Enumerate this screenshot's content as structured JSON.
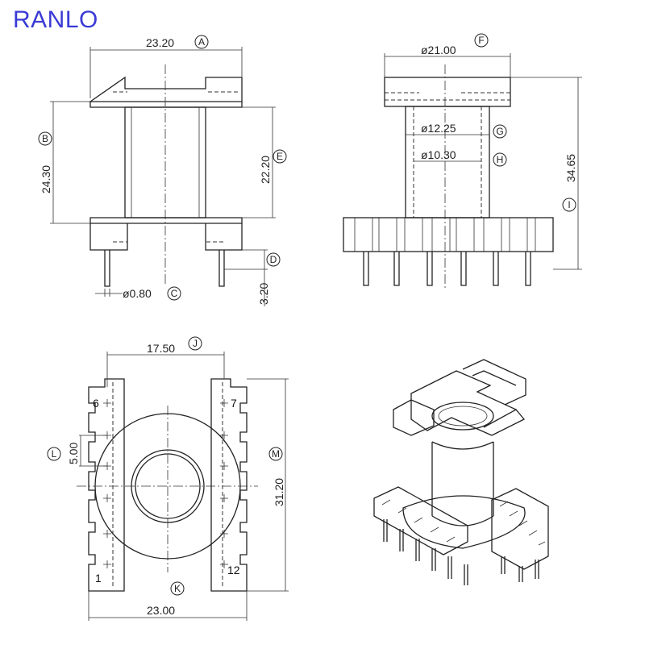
{
  "brand": {
    "name": "RANLO",
    "color": "#3a3ad6"
  },
  "dimensions": [
    {
      "label": "A",
      "value": "23.20"
    },
    {
      "label": "B",
      "value": "24.30"
    },
    {
      "label": "C",
      "value": "ø0.80"
    },
    {
      "label": "D",
      "value": "3.20"
    },
    {
      "label": "E",
      "value": "22.20"
    },
    {
      "label": "F",
      "value": "ø21.00"
    },
    {
      "label": "G",
      "value": "ø12.25"
    },
    {
      "label": "H",
      "value": "ø10.30"
    },
    {
      "label": "I",
      "value": "34.65"
    },
    {
      "label": "J",
      "value": "17.50"
    },
    {
      "label": "K",
      "value": "23.00"
    },
    {
      "label": "L",
      "value": "5.00"
    },
    {
      "label": "M",
      "value": "31.20"
    }
  ],
  "pins": {
    "top_left": "6",
    "top_right": "7",
    "bottom_left": "1",
    "bottom_right": "12"
  }
}
